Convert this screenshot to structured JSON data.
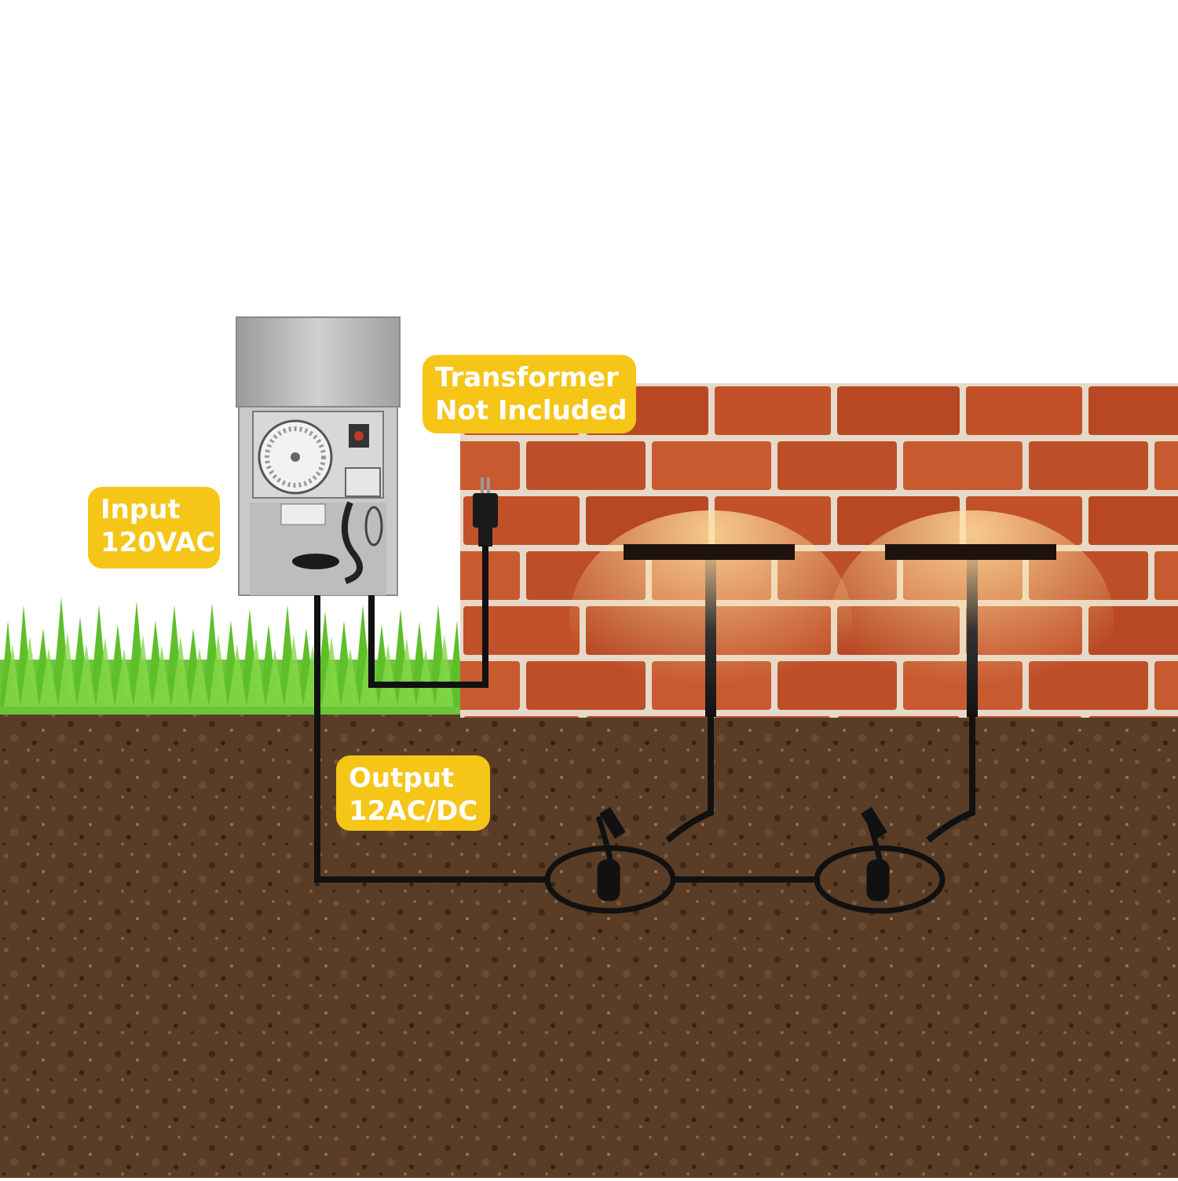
{
  "labels": {
    "input": {
      "line1": "Input",
      "line2": "120VAC"
    },
    "transformer": {
      "line1": "Transformer",
      "line2": "Not Included"
    },
    "output": {
      "line1": "Output",
      "line2": "12AC/DC"
    }
  },
  "colors": {
    "badge": "#f5c518",
    "badge_text": "#ffffff",
    "wire": "#111111",
    "soil": "#5a3d26",
    "brick": "#c8552c",
    "mortar": "#e8ddd0",
    "grass": "#5fbf2a"
  },
  "icons": [
    "timer-dial-icon",
    "power-plug-icon",
    "spotlight-fixture-icon",
    "wall-light-bar-icon"
  ]
}
